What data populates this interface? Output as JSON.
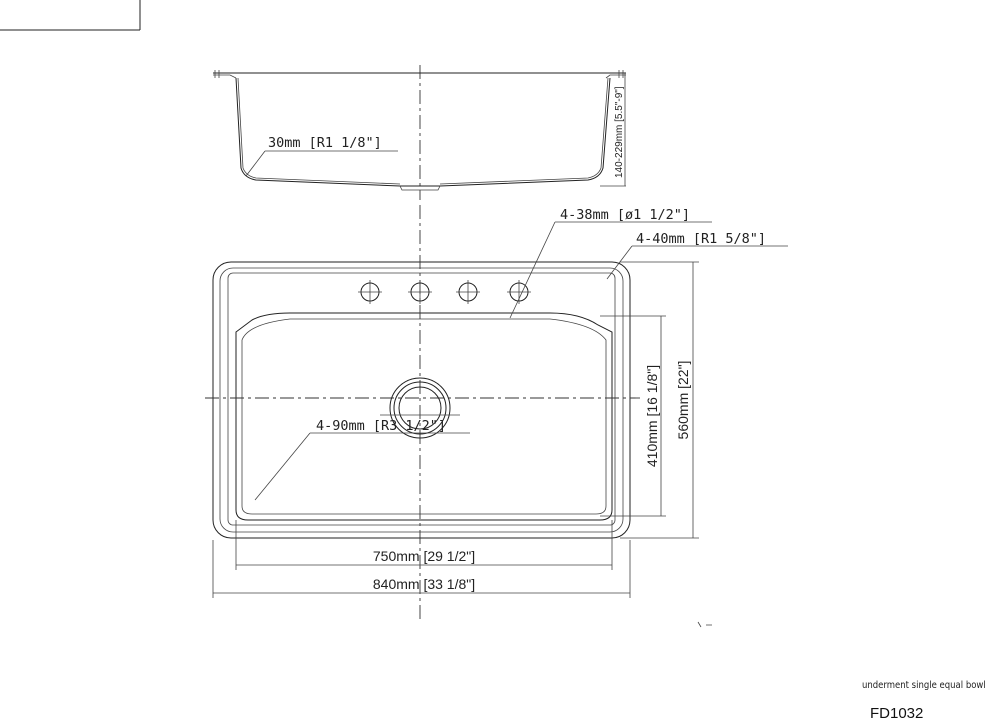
{
  "drawing": {
    "side_view": {
      "radius_label": "30mm [R1 1/8\"]",
      "depth_label": "140-229mm [5.5\"-9\"]"
    },
    "plan_view": {
      "faucet_holes_label": "4-38mm [ø1 1/2\"]",
      "corner_radius_label": "4-40mm [R1 5/8\"]",
      "bowl_radius_label": "4-90mm [R3 1/2\"]",
      "bowl_width_label": "750mm [29 1/2\"]",
      "overall_width_label": "840mm [33 1/8\"]",
      "bowl_length_label": "410mm [16 1/8\"]",
      "overall_length_label": "560mm [22\"]"
    }
  },
  "title_block": {
    "description": "underment single equal bowl",
    "model": "FD1032"
  }
}
